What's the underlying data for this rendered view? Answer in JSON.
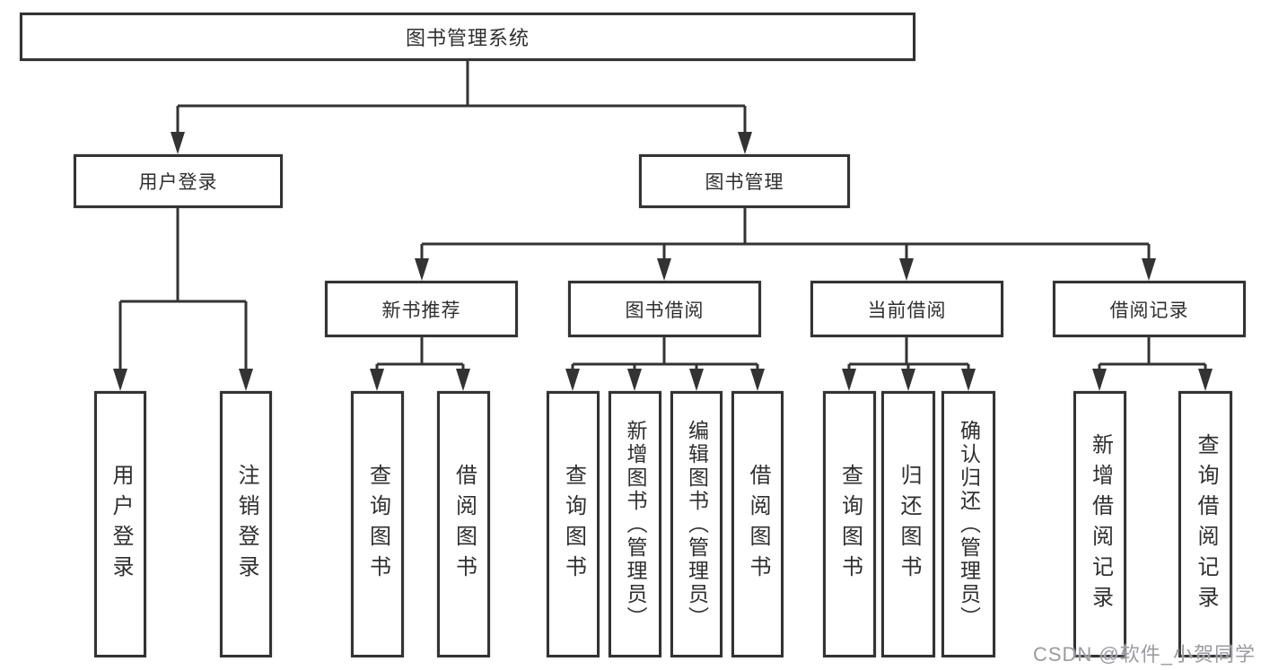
{
  "root": {
    "label": "图书管理系统"
  },
  "level2": {
    "user_login": "用户登录",
    "book_mgmt": "图书管理"
  },
  "level3": {
    "new_book_rec": "新书推荐",
    "book_borrow": "图书借阅",
    "current_borrow": "当前借阅",
    "borrow_record": "借阅记录"
  },
  "leaves": {
    "user_login": [
      "用户登录",
      "注销登录"
    ],
    "new_book_rec": [
      "查询图书",
      "借阅图书"
    ],
    "book_borrow": [
      "查询图书",
      "新增图书（管理员）",
      "编辑图书（管理员）",
      "借阅图书"
    ],
    "current_borrow": [
      "查询图书",
      "归还图书",
      "确认归还（管理员）"
    ],
    "borrow_record": [
      "新增借阅记录",
      "查询借阅记录"
    ]
  },
  "watermark": {
    "text": "CSDN @软件_小贺同学"
  },
  "colors": {
    "line": "#333333",
    "text": "#2f2f2f",
    "background": "#ffffff",
    "watermark": "#9b9ba0"
  }
}
